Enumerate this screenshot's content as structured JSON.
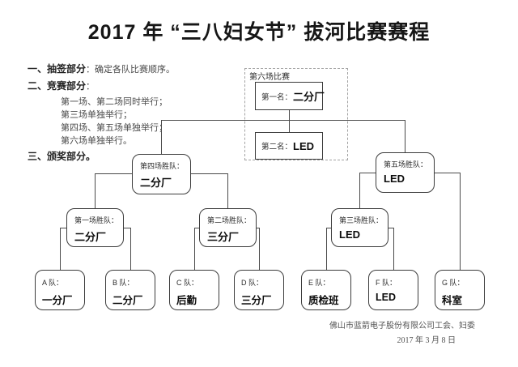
{
  "title": "2017 年 “三八妇女节” 拔河比赛赛程",
  "notes": {
    "item1_head": "一、抽签部分",
    "item1_tail": "：确定各队比赛顺序。",
    "item2_head": "二、竞赛部分",
    "item2_tail": "：",
    "sub_items": [
      "第一场、第二场同时举行；",
      "第三场单独举行；",
      "第四场、第五场单独举行；",
      "第六场单独举行。"
    ],
    "item3_head": "三、颁奖部分。"
  },
  "bracket": {
    "final_group_label": "第六场比赛",
    "first_place": {
      "label": "第一名：",
      "team": "二分厂"
    },
    "second_place": {
      "label": "第二名：",
      "team": "LED"
    },
    "round2": [
      {
        "label": "第四场胜队：",
        "team": "二分厂"
      },
      {
        "label": "第五场胜队：",
        "team": "LED"
      }
    ],
    "round1": [
      {
        "label": "第一场胜队：",
        "team": "二分厂"
      },
      {
        "label": "第二场胜队：",
        "team": "三分厂"
      },
      {
        "label": "第三场胜队：",
        "team": "LED"
      }
    ],
    "teams": [
      {
        "label": "A 队：",
        "name": "一分厂"
      },
      {
        "label": "B 队：",
        "name": "二分厂"
      },
      {
        "label": "C 队：",
        "name": "后勤"
      },
      {
        "label": "D 队：",
        "name": "三分厂"
      },
      {
        "label": "E 队：",
        "name": "质检班"
      },
      {
        "label": "F 队：",
        "name": "LED"
      },
      {
        "label": "G 队：",
        "name": "科室"
      }
    ]
  },
  "footer": {
    "organizer": "佛山市蓝箭电子股份有限公司工会、妇委",
    "date": "2017 年 3 月 8 日"
  },
  "colors": {
    "line": "#4a4a4a",
    "dashed_border": "#a3a3a3",
    "text": "#1a1a1a"
  }
}
